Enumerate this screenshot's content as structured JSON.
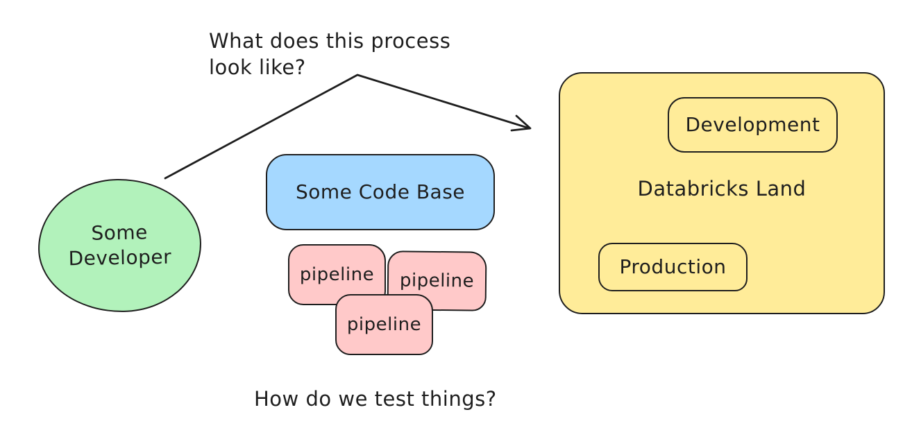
{
  "canvas": {
    "background": "#ffffff",
    "stroke_color": "#1e1e1e"
  },
  "annotations": {
    "top_question": "What does this process\nlook like?",
    "bottom_question": "How do we test things?"
  },
  "developer": {
    "label": "Some\nDeveloper",
    "fill": "#b2f2bb"
  },
  "code_base": {
    "label": "Some Code Base",
    "fill": "#a5d8ff"
  },
  "pipelines": {
    "fill": "#ffc9c9",
    "items": [
      {
        "label": "pipeline"
      },
      {
        "label": "pipeline"
      },
      {
        "label": "pipeline"
      }
    ]
  },
  "databricks": {
    "label": "Databricks Land",
    "fill": "#ffec99",
    "environments": [
      {
        "label": "Development"
      },
      {
        "label": "Production"
      }
    ]
  }
}
